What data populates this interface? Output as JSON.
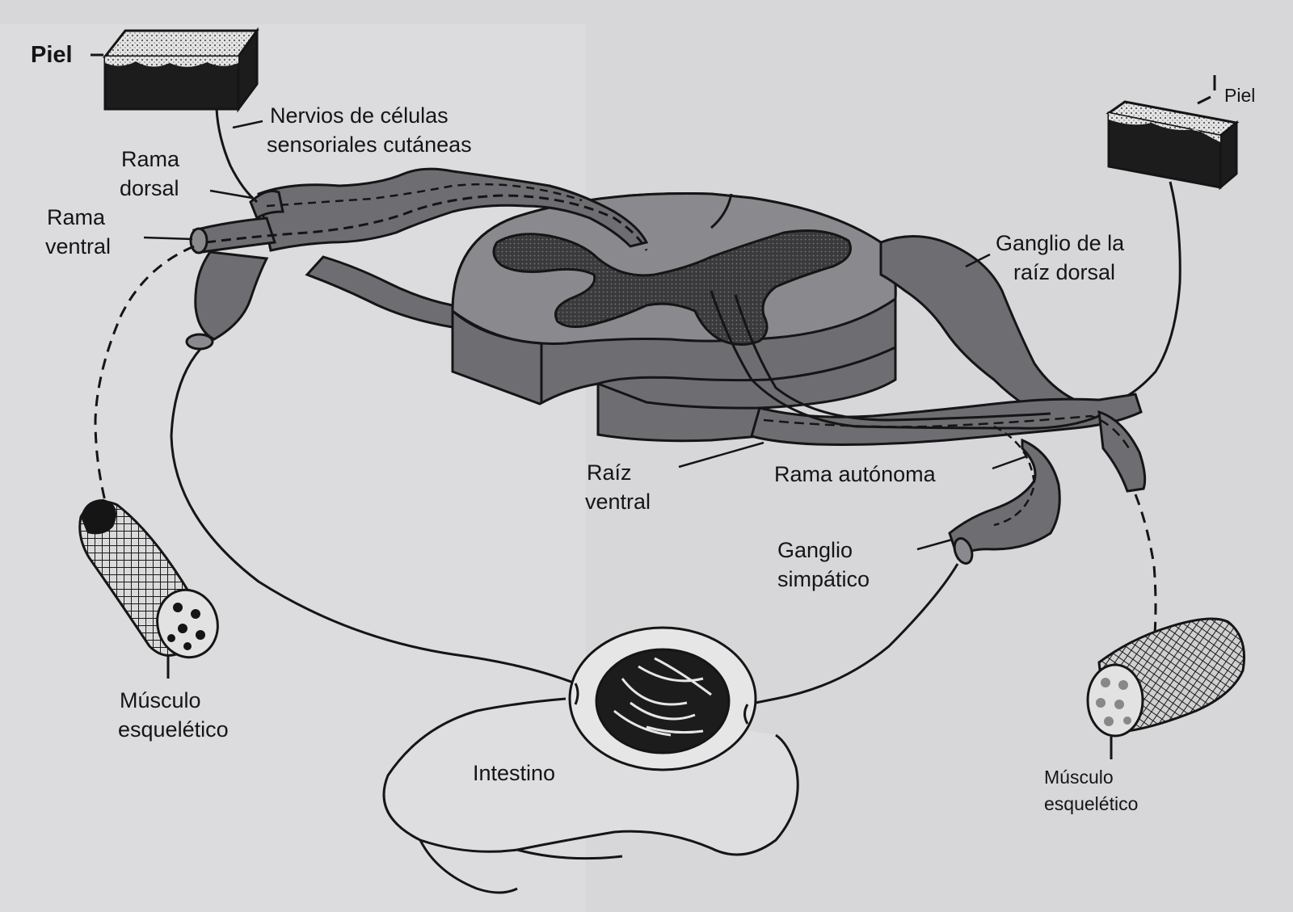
{
  "labels": {
    "skin_left": "Piel",
    "skin_right": "Piel",
    "sensory_nerves_line1": "Nervios de células",
    "sensory_nerves_line2": "sensoriales cutáneas",
    "dorsal_branch_line1": "Rama",
    "dorsal_branch_line2": "dorsal",
    "ventral_branch_line1": "Rama",
    "ventral_branch_line2": "ventral",
    "dorsal_root_ganglion_line1": "Ganglio de la",
    "dorsal_root_ganglion_line2": "raíz dorsal",
    "ventral_root_line1": "Raíz",
    "ventral_root_line2": "ventral",
    "autonomic_branch": "Rama autónoma",
    "sympathetic_ganglion_line1": "Ganglio",
    "sympathetic_ganglion_line2": "simpático",
    "intestine": "Intestino",
    "muscle_left_line1": "Músculo",
    "muscle_left_line2": "esquelético",
    "muscle_right_line1": "Músculo",
    "muscle_right_line2": "esquelético"
  },
  "colors": {
    "paper": "#d7d7da",
    "paper_left": "#dcdcdf",
    "ink": "#151515",
    "grey_matter": "#4a4a4c",
    "tissue": "#6e6e72",
    "white_matter": "#8a8a8e",
    "skin_dark": "#1c1c1c",
    "skin_light": "#e6e6e6"
  }
}
